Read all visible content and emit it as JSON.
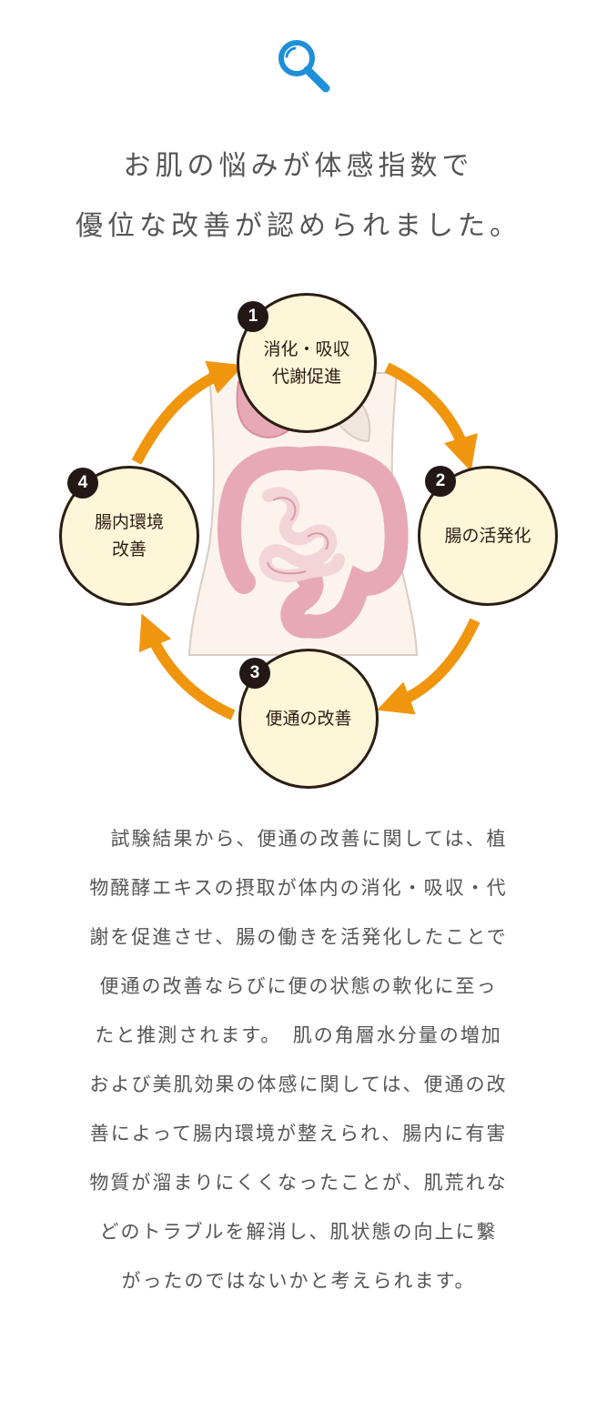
{
  "icon": "magnifier-icon",
  "headline": {
    "line1": "お肌の悩みが体感指数で",
    "line2": "優位な改善が認められました。"
  },
  "diagram": {
    "steps": [
      {
        "number": "1",
        "label": "消化・吸収\n代謝促進"
      },
      {
        "number": "2",
        "label": "腸の活発化"
      },
      {
        "number": "3",
        "label": "便通の改善"
      },
      {
        "number": "4",
        "label": "腸内環境\n改善"
      }
    ],
    "colors": {
      "arrow": "#f0960e",
      "circle_fill": "#fdf6d8",
      "circle_border": "#2b1d14",
      "intestine": "#e8a9b6",
      "icon": "#1e8fd8"
    }
  },
  "body": {
    "lines": [
      "　試験結果から、便通の改善に関しては、植",
      "物醗酵エキスの摂取が体内の消化・吸収・代",
      "謝を促進させ、腸の働きを活発化したことで",
      "便通の改善ならびに便の状態の軟化に至っ",
      "たと推測されます。　肌の角層水分量の増加",
      "および美肌効果の体感に関しては、便通の改",
      "善によって腸内環境が整えられ、腸内に有害",
      "物質が溜まりにくくなったことが、肌荒れな",
      "どのトラブルを解消し、肌状態の向上に繋",
      "がったのではないかと考えられます。"
    ]
  }
}
